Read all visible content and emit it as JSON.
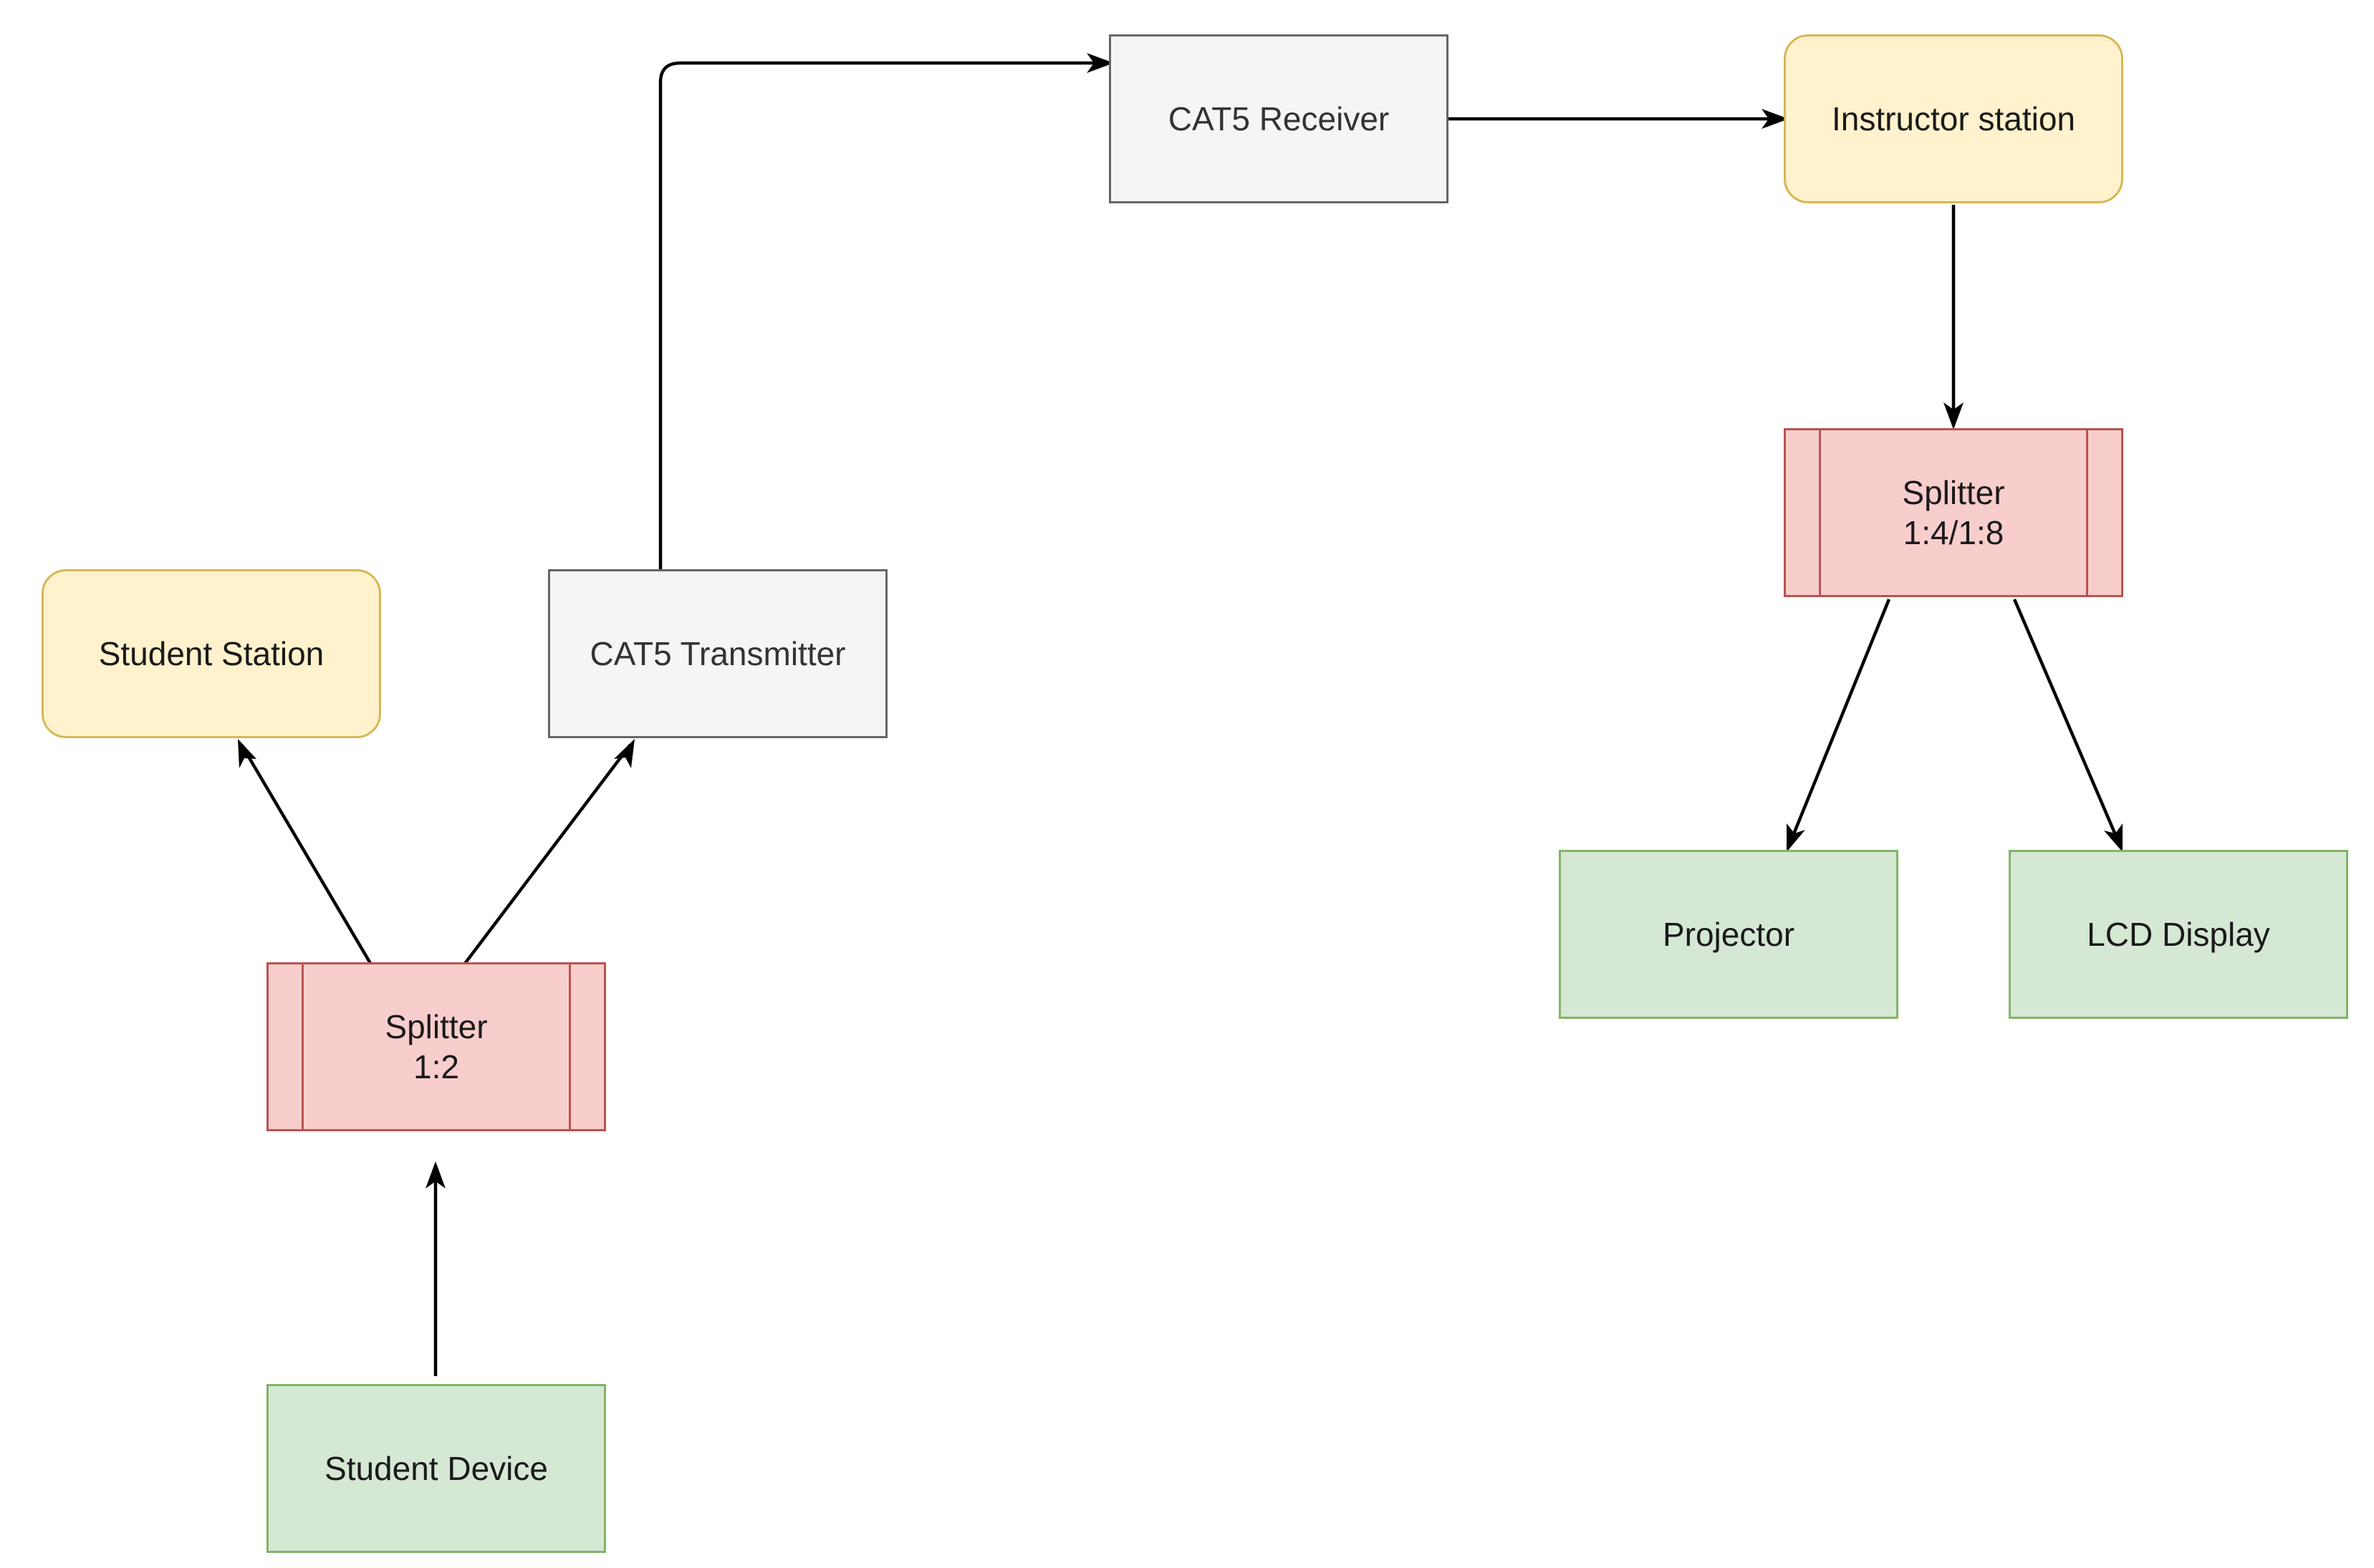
{
  "nodes": {
    "cat5_receiver": "CAT5 Receiver",
    "instructor_station": "Instructor station",
    "splitter_instructor": "Splitter\n1:4/1:8",
    "projector": "Projector",
    "lcd_display": "LCD Display",
    "student_station": "Student Station",
    "cat5_transmitter": "CAT5 Transmitter",
    "splitter_student": "Splitter\n1:2",
    "student_device": "Student Device"
  },
  "edges": [
    {
      "from": "student_device",
      "to": "splitter_student"
    },
    {
      "from": "splitter_student",
      "to": "student_station"
    },
    {
      "from": "splitter_student",
      "to": "cat5_transmitter"
    },
    {
      "from": "cat5_transmitter",
      "to": "cat5_receiver"
    },
    {
      "from": "cat5_receiver",
      "to": "instructor_station"
    },
    {
      "from": "instructor_station",
      "to": "splitter_instructor"
    },
    {
      "from": "splitter_instructor",
      "to": "projector"
    },
    {
      "from": "splitter_instructor",
      "to": "lcd_display"
    }
  ],
  "colors": {
    "grey_fill": "#f5f5f5",
    "grey_stroke": "#666666",
    "green_fill": "#d5e8d4",
    "green_stroke": "#82b366",
    "yellow_fill": "#fff2cc",
    "yellow_stroke": "#d6b656",
    "red_fill": "#f8cecc",
    "red_stroke": "#b85450",
    "edge": "#000000"
  }
}
